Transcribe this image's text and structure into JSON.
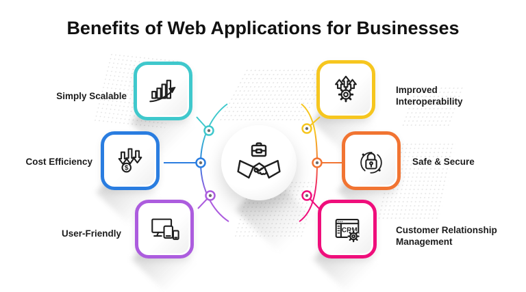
{
  "title": "Benefits of Web Applications for Businesses",
  "center": {
    "icon": "briefcase-handshake-icon"
  },
  "benefits": [
    {
      "label": "Simply Scalable",
      "icon": "growth-chart-icon",
      "color": "#3FC8CC",
      "side": "left"
    },
    {
      "label": "Cost Efficiency",
      "icon": "cost-down-arrows-icon",
      "color": "#2A7DE0",
      "side": "left"
    },
    {
      "label": "User-Friendly",
      "icon": "responsive-devices-icon",
      "color": "#AC5CDE",
      "side": "left"
    },
    {
      "label": "Improved Interoperability",
      "icon": "gear-up-arrows-icon",
      "color": "#F6C61F",
      "side": "right"
    },
    {
      "label": "Safe & Secure",
      "icon": "secure-lock-icon",
      "color": "#F17432",
      "side": "right"
    },
    {
      "label": "Customer Relationship Management",
      "icon": "crm-browser-icon",
      "color": "#EF0E7B",
      "side": "right"
    }
  ],
  "icon_texts": {
    "crm": "CRM",
    "dollar": "$"
  }
}
